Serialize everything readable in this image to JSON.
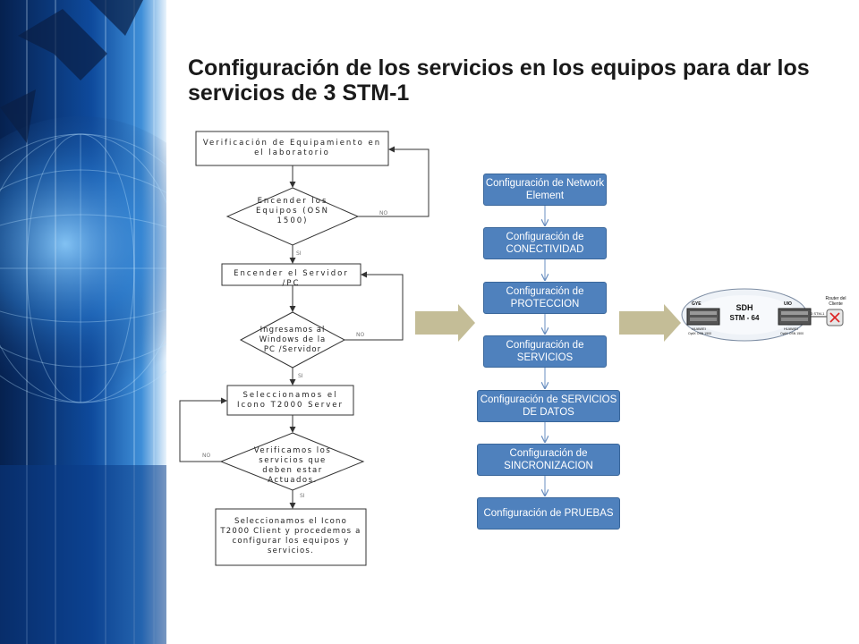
{
  "slide": {
    "title": "Configuración de los servicios en los equipos  para dar los servicios de 3 STM-1"
  },
  "flowchart": {
    "boxes": [
      "Verificación de Equipamiento en el laboratorio",
      "Encender el Servidor /PC",
      "Seleccionamos el Icono T2000 Server",
      "Seleccionamos el Icono T2000 Client y procedemos a configurar los equipos y servicios."
    ],
    "decisions": [
      "Encender los Equipos (OSN 1500)",
      "Ingresamos al Windows de la PC /Servidor",
      "Verificamos los servicios que deben estar Actuados."
    ],
    "no_label": "NO",
    "yes_label": "SI"
  },
  "steps": [
    "Configuración de Network Element",
    "Configuración de CONECTIVIDAD",
    "Configuración de PROTECCION",
    "Configuración de SERVICIOS",
    "Configuración de SERVICIOS DE DATOS",
    "Configuración de SINCRONIZACION",
    "Configuración de PRUEBAS"
  ],
  "network": {
    "cloud_label": "SDH",
    "cloud_sublabel": "STM - 64",
    "router_label": "Router del Cliente",
    "link_label": "3 STM-1",
    "site_left": "GYE",
    "site_right": "UIO",
    "device_label": "HUAWEI",
    "device_sublabel": "OptiX OSN 1500"
  },
  "colors": {
    "step_fill": "#4f81bd",
    "arrow_fill": "#c4bd97",
    "sidebar_dark": "#0b2f6e"
  }
}
